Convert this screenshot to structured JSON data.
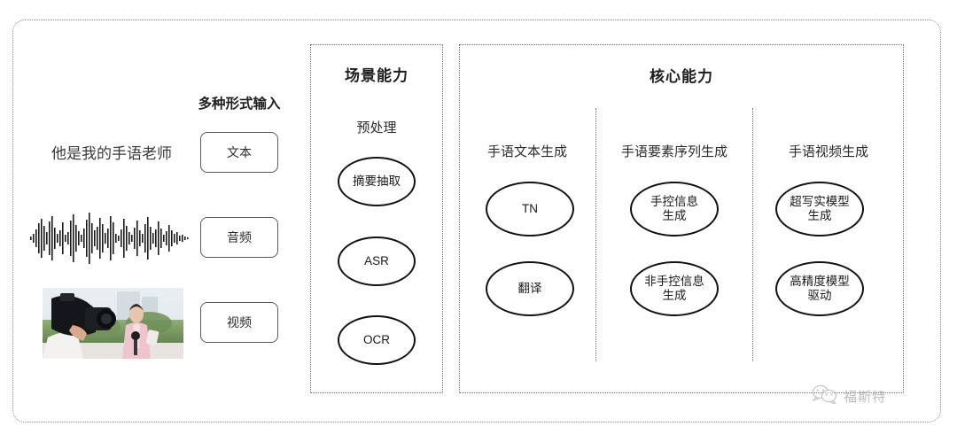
{
  "input_section": {
    "header": "多种形式输入",
    "sample_sentence": "他是我的手语老师",
    "modalities": [
      {
        "label": "文本",
        "icon": "text-icon"
      },
      {
        "label": "音频",
        "icon": "waveform-icon"
      },
      {
        "label": "视频",
        "icon": "video-thumbnail-icon"
      }
    ]
  },
  "scene_panel": {
    "title": "场景能力",
    "column_header": "预处理",
    "nodes": [
      {
        "label": "摘要抽取"
      },
      {
        "label": "ASR"
      },
      {
        "label": "OCR"
      }
    ]
  },
  "core_panel": {
    "title": "核心能力",
    "columns": [
      {
        "header": "手语文本生成",
        "nodes": [
          {
            "line1": "TN",
            "line2": ""
          },
          {
            "line1": "翻译",
            "line2": ""
          }
        ]
      },
      {
        "header": "手语要素序列生成",
        "nodes": [
          {
            "line1": "手控信息",
            "line2": "生成"
          },
          {
            "line1": "非手控信息",
            "line2": "生成"
          }
        ]
      },
      {
        "header": "手语视频生成",
        "nodes": [
          {
            "line1": "超写实模型",
            "line2": "生成"
          },
          {
            "line1": "高精度模型",
            "line2": "驱动"
          }
        ]
      }
    ]
  },
  "watermark": {
    "text": "福斯特",
    "icon": "wechat-icon"
  },
  "colors": {
    "stroke": "#111111",
    "dotted_border": "#6f6f6f",
    "text": "#2b2b2b",
    "background": "#ffffff"
  }
}
